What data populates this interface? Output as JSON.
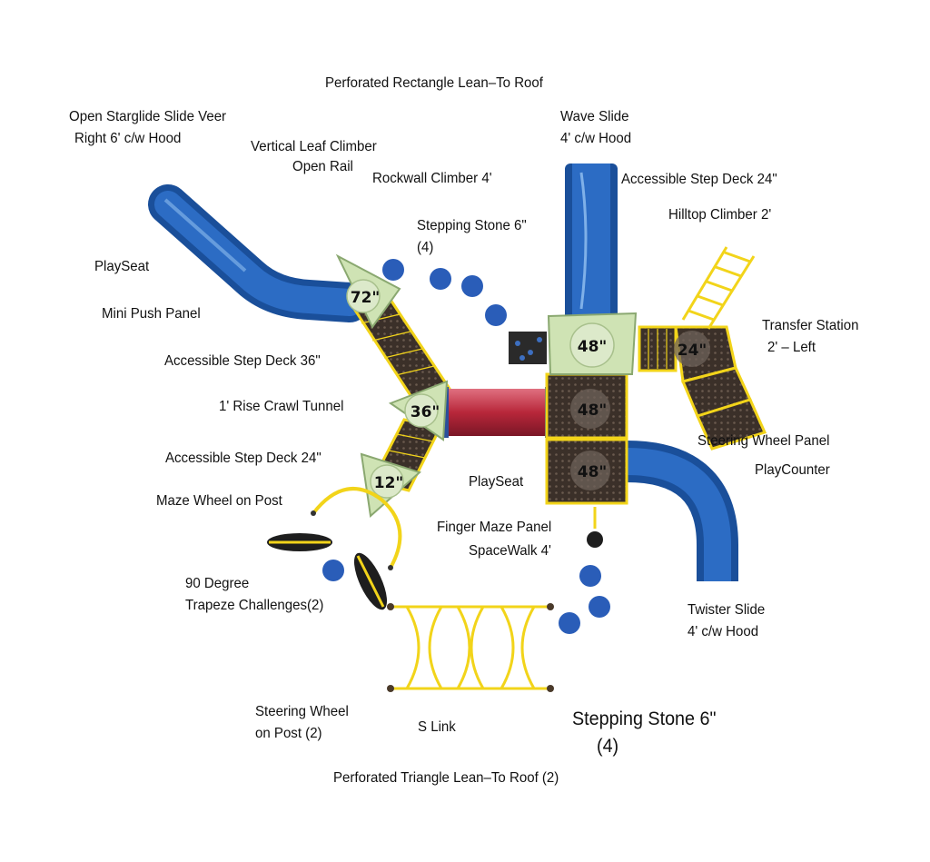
{
  "labels": {
    "perforated_rectangle_roof": "Perforated Rectangle Lean–To Roof",
    "open_starglide_line1": "Open Starglide Slide Veer",
    "open_starglide_line2": "Right 6' c/w Hood",
    "vertical_leaf_line1": "Vertical Leaf Climber",
    "vertical_leaf_line2": "Open Rail",
    "rockwall_climber": "Rockwall Climber 4'",
    "wave_slide_line1": "Wave Slide",
    "wave_slide_line2": "4' c/w Hood",
    "accessible_step_deck_24_top": "Accessible Step Deck 24\"",
    "hilltop_climber": "Hilltop Climber 2'",
    "stepping_stone_top_line1": "Stepping Stone 6\"",
    "stepping_stone_top_line2": "(4)",
    "playseat_left": "PlaySeat",
    "mini_push_panel": "Mini Push Panel",
    "transfer_station_line1": "Transfer Station",
    "transfer_station_line2": "2' – Left",
    "accessible_step_deck_36": "Accessible Step Deck 36\"",
    "crawl_tunnel": "1' Rise Crawl Tunnel",
    "steering_wheel_panel": "Steering Wheel Panel",
    "accessible_step_deck_24_left": "Accessible Step Deck 24\"",
    "playcounter": "PlayCounter",
    "playseat_center": "PlaySeat",
    "maze_wheel": "Maze Wheel on Post",
    "finger_maze": "Finger Maze Panel",
    "spacewalk": "SpaceWalk 4'",
    "trapeze_line1": "90 Degree",
    "trapeze_line2": "Trapeze Challenges(2)",
    "twister_line1": "Twister Slide",
    "twister_line2": "4' c/w Hood",
    "steering_post_line1": "Steering Wheel",
    "steering_post_line2": "on Post (2)",
    "s_link": "S Link",
    "stepping_stone_bottom_line1": "Stepping Stone 6\"",
    "stepping_stone_bottom_line2": "(4)",
    "perforated_triangle_roof": "Perforated Triangle Lean–To Roof (2)"
  },
  "deck_heights": {
    "top_triangle": "72\"",
    "center_left": "36\"",
    "bottom_triangle": "12\"",
    "top_square": "48\"",
    "middle_square": "48\"",
    "bottom_square": "48\"",
    "right_deck": "24\""
  },
  "colors": {
    "slide_blue": "#1f5fb0",
    "roof_green": "#cfe3b4",
    "deck_brown": "#3b3029",
    "post_yellow": "#f2d41a",
    "tunnel_red": "#b8273a",
    "stone_blue": "#2a5db8"
  }
}
